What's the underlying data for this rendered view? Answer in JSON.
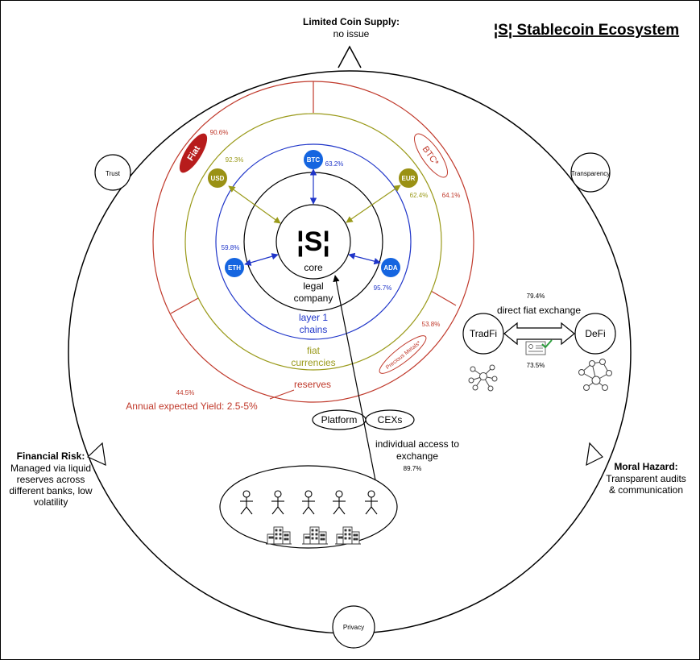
{
  "title": "¦S¦ Stablecoin Ecosystem",
  "top_note": {
    "heading": "Limited Coin Supply:",
    "text": "no issue"
  },
  "nodes": {
    "trust": "Trust",
    "transparency": "Transparency",
    "privacy": "Privacy"
  },
  "financial_risk": {
    "heading": "Financial Risk:",
    "lines": [
      "Managed via liquid",
      "reserves across",
      "different banks, low",
      "volatility"
    ]
  },
  "moral_hazard": {
    "heading": "Moral Hazard:",
    "lines": [
      "Transparent audits",
      "& communication"
    ]
  },
  "core": {
    "logo": "¦S¦",
    "label": "core"
  },
  "rings": {
    "legal": [
      "legal",
      "company"
    ],
    "layer1": [
      "layer 1",
      "chains"
    ],
    "fiat": [
      "fiat",
      "currencies"
    ],
    "reserves": "reserves"
  },
  "yield": "Annual expected Yield: 2.5-5%",
  "coins": {
    "btc": "BTC",
    "eth": "ETH",
    "ada": "ADA",
    "usd": "USD",
    "eur": "EUR"
  },
  "badges": {
    "fiat": "Fiat",
    "btc": "BTC*",
    "metals": "Precious Metals*"
  },
  "percentages": {
    "p906": "90.6%",
    "p923": "92.3%",
    "p632": "63.2%",
    "p624": "62.4%",
    "p641": "64.1%",
    "p598": "59.8%",
    "p957": "95.7%",
    "p538": "53.8%",
    "p445": "44.5%",
    "p794": "79.4%",
    "p735": "73.5%",
    "p897": "89.7%"
  },
  "exchange": {
    "label": "direct fiat exchange",
    "tradfi": "TradFi",
    "defi": "DeFi"
  },
  "access": {
    "platform": "Platform",
    "cexs": "CEXs",
    "lines": [
      "individual access to",
      "exchange"
    ]
  },
  "colors": {
    "red": "#c0392b",
    "olive": "#9a9a1a",
    "blue": "#1f35c9",
    "coin_blue": "#1565e0",
    "coin_olive": "#9a9114",
    "fiat_badge": "#b71c1c"
  }
}
